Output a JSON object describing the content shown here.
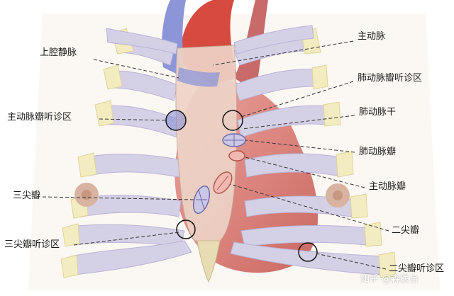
{
  "labels": {
    "superior_vena_cava": "上腔静脉",
    "aortic_auscultation_area": "主动脉瓣听诊区",
    "tricuspid_valve": "三尖瓣",
    "tricuspid_auscultation_area": "三尖瓣听诊区",
    "aorta": "主动脉",
    "pulmonary_auscultation_area": "肺动脉瓣听诊区",
    "pulmonary_trunk": "肺动脉干",
    "pulmonary_valve": "肺动脉瓣",
    "aortic_valve": "主动脉瓣",
    "mitral_valve": "二尖瓣",
    "mitral_auscultation_area": "二尖瓣听诊区"
  },
  "watermark": "知乎 @森医台",
  "colors": {
    "rib": "#d4d0e6",
    "costal_cartilage": "#f3ecc0",
    "sternum": "#eed3c7",
    "heart": "#d9807a",
    "vein": "#8c95d8",
    "artery": "#d64a3f",
    "skin": "#fbf7f3"
  }
}
